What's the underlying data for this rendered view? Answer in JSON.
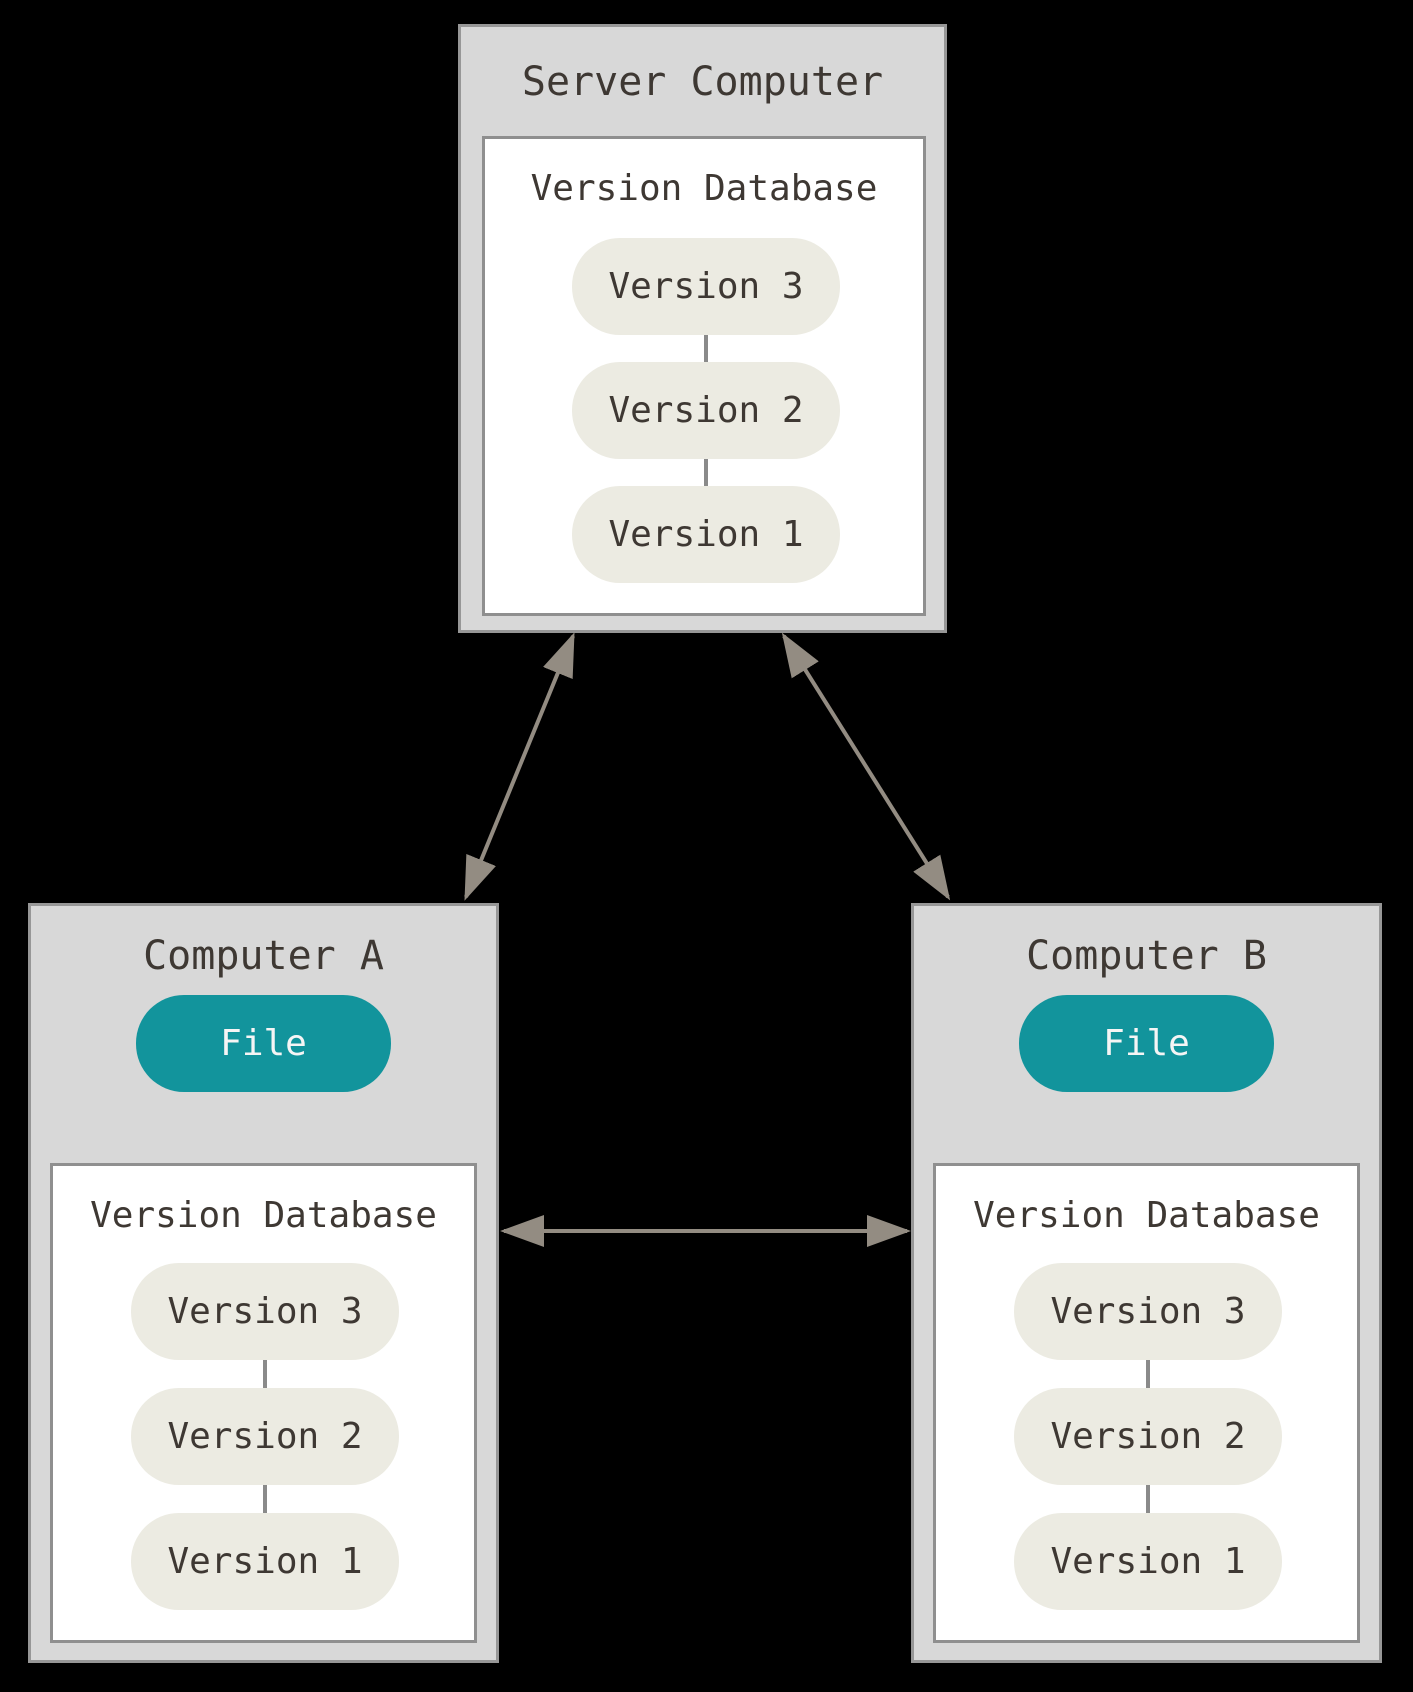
{
  "colors": {
    "bg": "#000000",
    "box_fill": "#d8d8d8",
    "box_border": "#979797",
    "inner_fill": "#ffffff",
    "inner_border": "#8f8f8f",
    "pill_fill": "#ecebe2",
    "text": "#3e3833",
    "file_fill": "#12949c",
    "file_text": "#f5f5f5",
    "arrow": "#938c82",
    "connector": "#8a8a8a"
  },
  "server": {
    "title": "Server Computer",
    "database_label": "Version Database",
    "versions": [
      "Version 3",
      "Version 2",
      "Version 1"
    ]
  },
  "computer_a": {
    "title": "Computer A",
    "file_label": "File",
    "database_label": "Version Database",
    "versions": [
      "Version 3",
      "Version 2",
      "Version 1"
    ]
  },
  "computer_b": {
    "title": "Computer B",
    "file_label": "File",
    "database_label": "Version Database",
    "versions": [
      "Version 3",
      "Version 2",
      "Version 1"
    ]
  },
  "arrows": {
    "server_computer_a": "double-headed-diagonal-arrow",
    "server_computer_b": "double-headed-diagonal-arrow",
    "computer_a_computer_b": "double-headed-horizontal-arrow",
    "database_a_to_file": "arrow-up",
    "database_b_to_file": "arrow-up"
  }
}
